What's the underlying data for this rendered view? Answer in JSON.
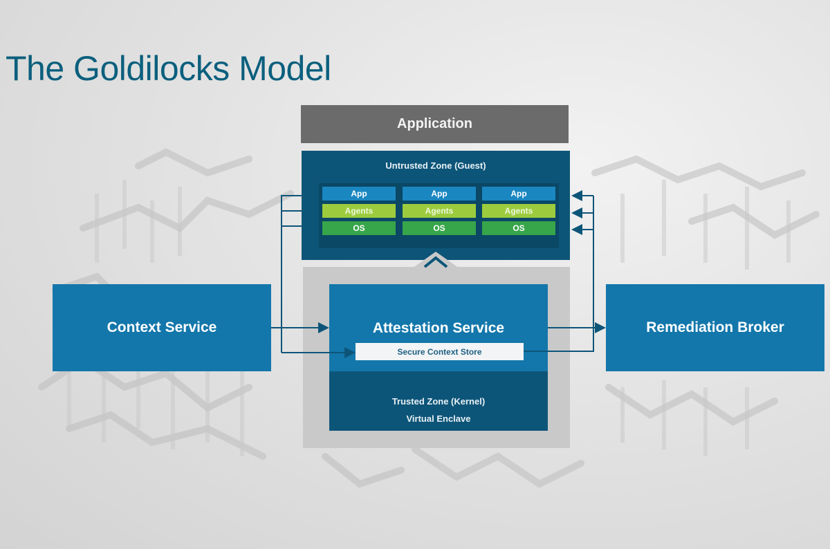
{
  "title": "The Goldilocks Model",
  "application": "Application",
  "untrusted_zone": "Untrusted Zone (Guest)",
  "vms": [
    {
      "app": "App",
      "agents": "Agents",
      "os": "OS"
    },
    {
      "app": "App",
      "agents": "Agents",
      "os": "OS"
    },
    {
      "app": "App",
      "agents": "Agents",
      "os": "OS"
    }
  ],
  "attestation_service": "Attestation Service",
  "secure_context_store": "Secure Context Store",
  "trusted_zone": "Trusted Zone (Kernel)",
  "virtual_enclave": "Virtual Enclave",
  "context_service": "Context Service",
  "remediation_broker": "Remediation Broker",
  "colors": {
    "title": "#0b5f7d",
    "dark_blue": "#0d5578",
    "blue": "#1377ab",
    "gray_bar": "#6b6b6b",
    "app_layer": "#1a87c1",
    "agents_layer": "#9ccc3e",
    "os_layer": "#37a54a"
  }
}
